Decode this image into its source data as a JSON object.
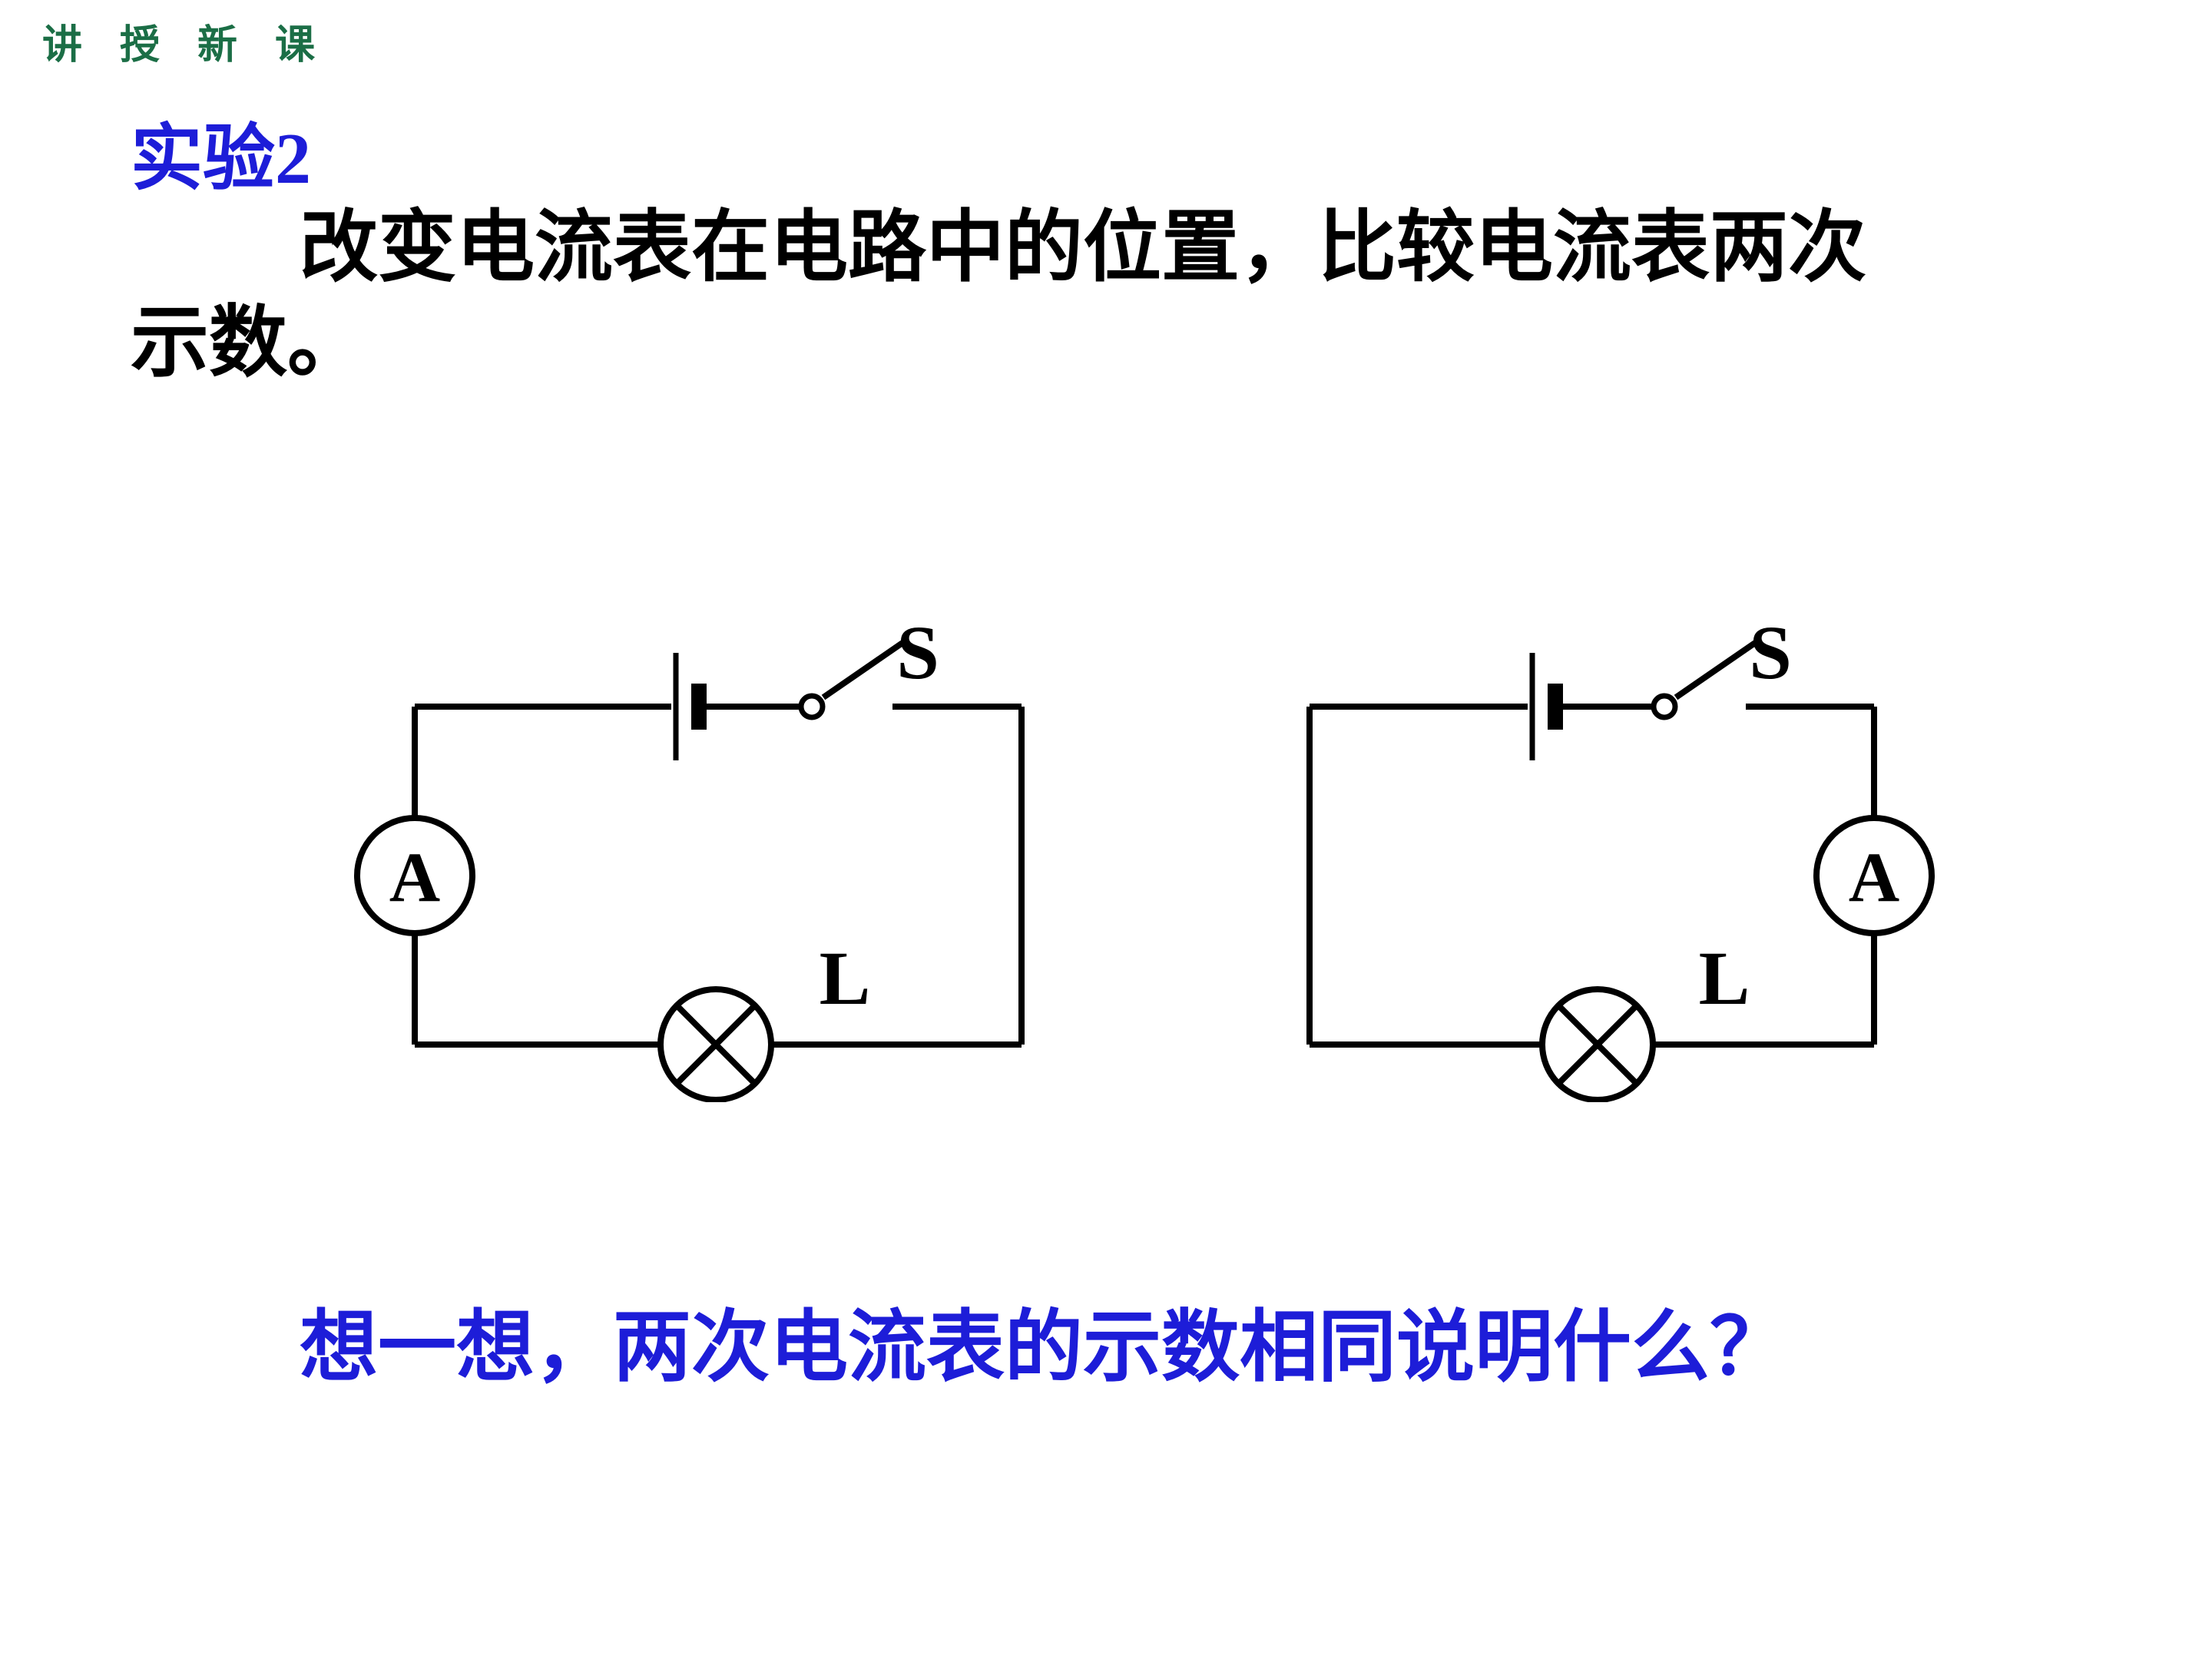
{
  "page": {
    "header": "讲 授 新 课",
    "section_title": "实验2",
    "body_lines": [
      "改变电流表在电路中的位置，比较电流表两次",
      "示数。"
    ],
    "question": "想一想，两次电流表的示数相同说明什么？"
  },
  "circuits": {
    "left": {
      "position": "ammeter-before-lamp-left-side",
      "switch_label": "S",
      "ammeter_label": "A",
      "lamp_label": "L"
    },
    "right": {
      "position": "ammeter-after-lamp-right-side",
      "switch_label": "S",
      "ammeter_label": "A",
      "lamp_label": "L"
    }
  },
  "colors": {
    "header_green": "#1b6e46",
    "accent_blue": "#1d1dd8",
    "line_black": "#000000"
  }
}
